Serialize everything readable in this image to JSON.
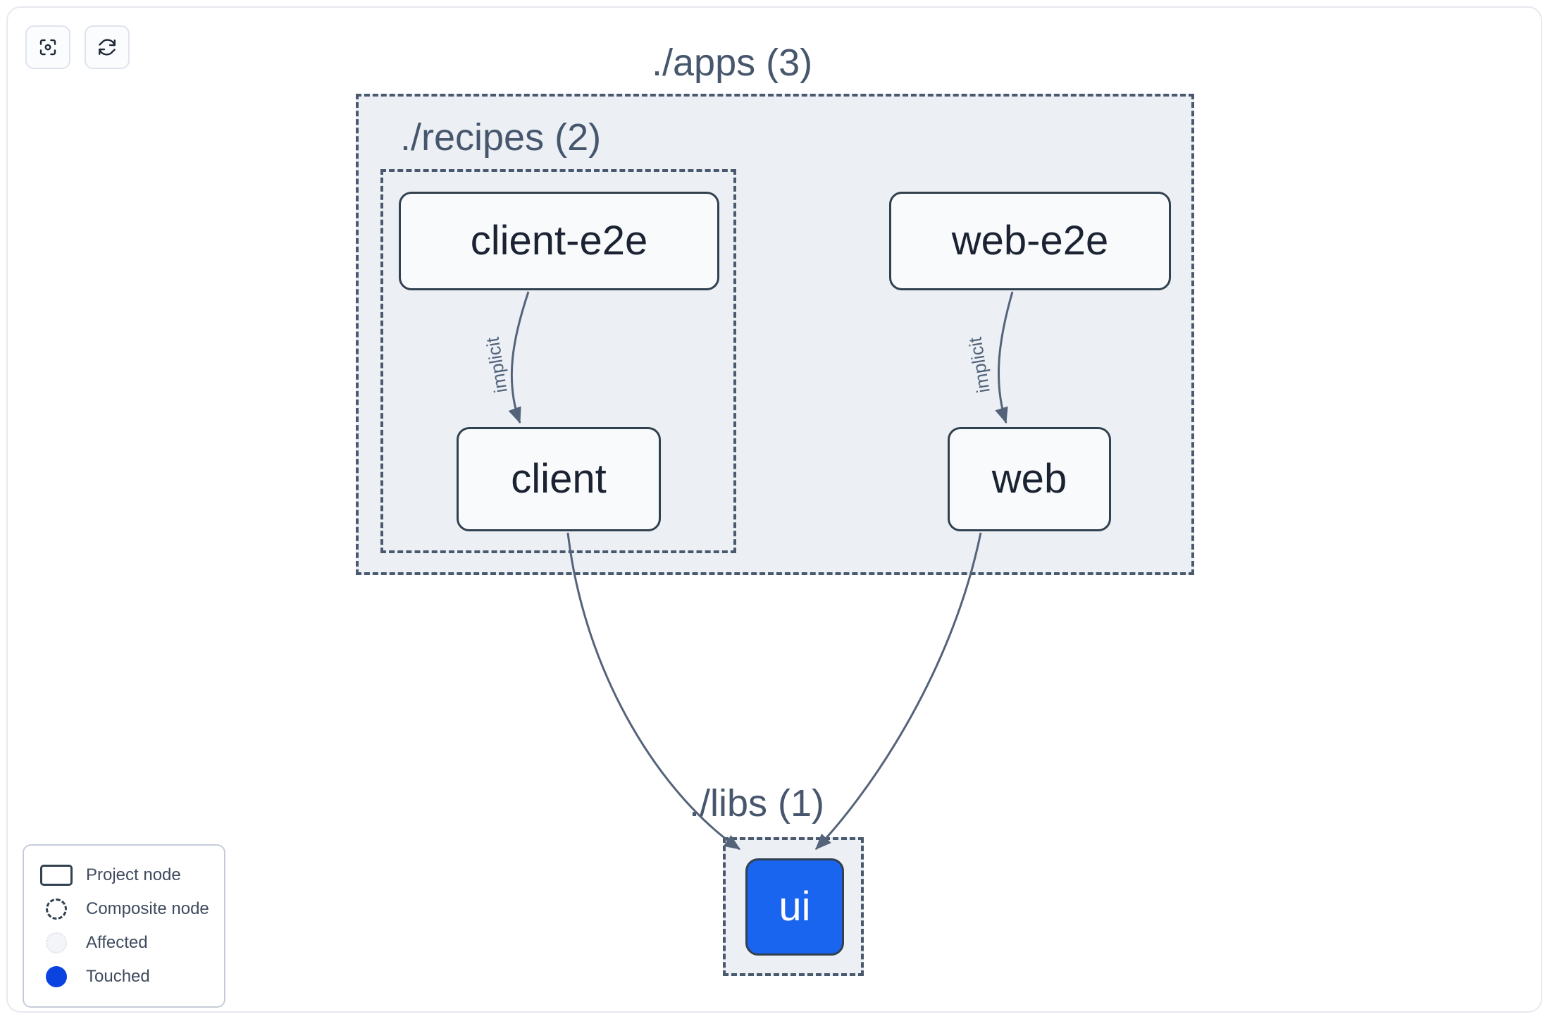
{
  "toolbar": {
    "buttons": [
      {
        "name": "focus-graph-button",
        "icon": "focus-icon",
        "label": "Focus graph"
      },
      {
        "name": "refresh-graph-button",
        "icon": "refresh-icon",
        "label": "Refresh graph"
      }
    ]
  },
  "graph": {
    "groups": [
      {
        "id": "apps",
        "label": "./apps (3)",
        "count": 3
      },
      {
        "id": "recipes",
        "label": "./recipes (2)",
        "count": 2
      },
      {
        "id": "libs",
        "label": "./libs (1)",
        "count": 1
      }
    ],
    "nodes": [
      {
        "id": "client-e2e",
        "label": "client-e2e",
        "group": "recipes",
        "state": "normal"
      },
      {
        "id": "web-e2e",
        "label": "web-e2e",
        "group": "apps",
        "state": "normal"
      },
      {
        "id": "client",
        "label": "client",
        "group": "recipes",
        "state": "normal"
      },
      {
        "id": "web",
        "label": "web",
        "group": "apps",
        "state": "normal"
      },
      {
        "id": "ui",
        "label": "ui",
        "group": "libs",
        "state": "touched"
      }
    ],
    "edges": [
      {
        "from": "client-e2e",
        "to": "client",
        "label": "implicit"
      },
      {
        "from": "web-e2e",
        "to": "web",
        "label": "implicit"
      },
      {
        "from": "client",
        "to": "ui",
        "label": ""
      },
      {
        "from": "web",
        "to": "ui",
        "label": ""
      }
    ]
  },
  "legend": {
    "items": [
      {
        "icon": "project-node-swatch",
        "label": "Project node"
      },
      {
        "icon": "composite-node-swatch",
        "label": "Composite node"
      },
      {
        "icon": "affected-swatch",
        "label": "Affected"
      },
      {
        "icon": "touched-swatch",
        "label": "Touched"
      }
    ]
  },
  "colors": {
    "touched": "#1a65ef",
    "touched_legend": "#0b43e0",
    "group_fill": "#ecf0f5",
    "group_border": "#4a596e",
    "node_border": "#32414f",
    "node_fill": "#f8fafc",
    "node_text": "#1b2232",
    "label_text": "#46566c",
    "edge_stroke": "#55637a"
  }
}
